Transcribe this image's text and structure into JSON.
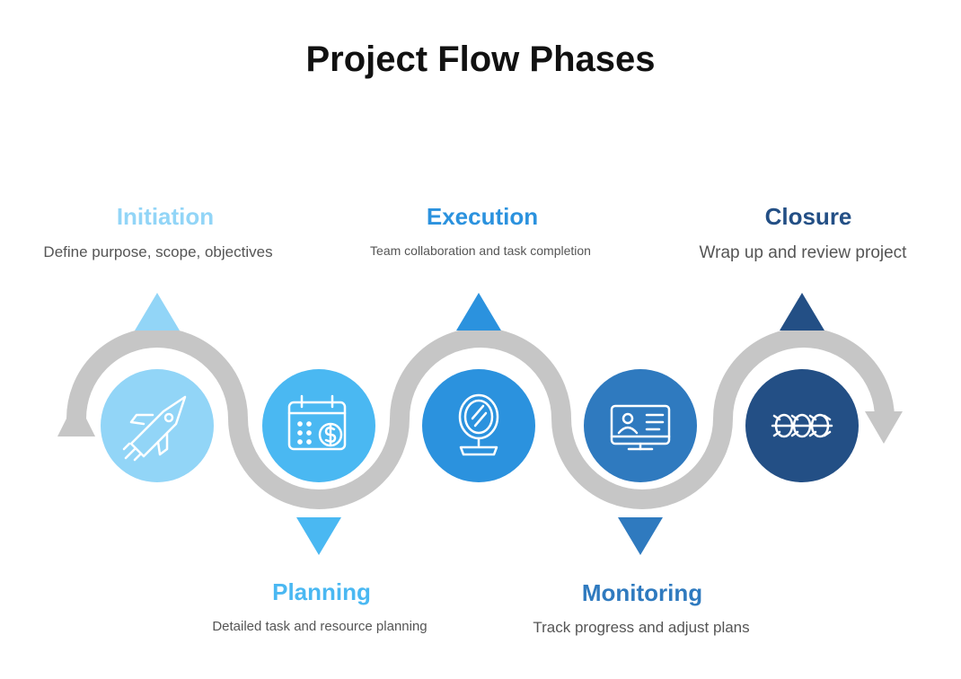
{
  "title": "Project Flow Phases",
  "colors": {
    "track": "#c6c6c6",
    "initiation": "#92d5f7",
    "planning": "#4ab8f2",
    "execution": "#2b92de",
    "monitoring": "#2f7abf",
    "closure": "#234f85"
  },
  "phases": [
    {
      "name": "Initiation",
      "description": "Define purpose, scope, objectives",
      "icon": "rocket-icon"
    },
    {
      "name": "Planning",
      "description": "Detailed task and resource planning",
      "icon": "calendar-dollar-icon"
    },
    {
      "name": "Execution",
      "description": "Team collaboration and task completion",
      "icon": "mirror-icon"
    },
    {
      "name": "Monitoring",
      "description": "Track progress and adjust plans",
      "icon": "monitor-user-icon"
    },
    {
      "name": "Closure",
      "description": "Wrap up and review project",
      "icon": "barbed-wire-icon"
    }
  ]
}
